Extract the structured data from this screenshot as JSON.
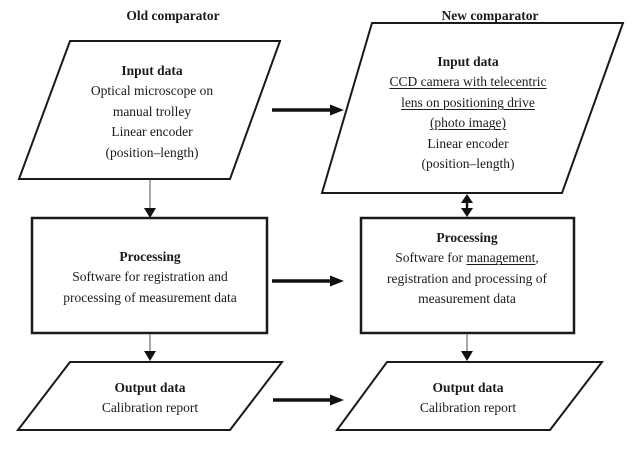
{
  "diagram": {
    "type": "flowchart",
    "colors": {
      "line": "#1a1a1a",
      "arrow_black": "#111111",
      "arrow_shaft_gray": "#8a8a8a",
      "background": "#ffffff"
    },
    "columns": [
      {
        "title": "Old comparator",
        "input": {
          "shape": "parallelogram",
          "heading": "Input data",
          "lines": [
            "Optical microscope on",
            "manual trolley",
            "Linear encoder",
            "(position–length)"
          ]
        },
        "processing": {
          "shape": "rectangle",
          "heading": "Processing",
          "lines": [
            "Software for registration and",
            "processing of measurement data"
          ]
        },
        "output": {
          "shape": "parallelogram",
          "heading": "Output data",
          "lines": [
            "Calibration report"
          ]
        }
      },
      {
        "title": "New comparator",
        "input": {
          "shape": "parallelogram",
          "heading": "Input data",
          "underlined_lines": [
            "CCD camera with telecentric",
            "lens on positioning drive",
            "(photo image)"
          ],
          "lines": [
            "Linear encoder",
            "(position–length)"
          ]
        },
        "processing": {
          "shape": "rectangle",
          "heading": "Processing",
          "line1_prefix": "Software for ",
          "line1_underlined": "management",
          "line1_suffix": ",",
          "lines": [
            "registration and processing of",
            "measurement data"
          ]
        },
        "output": {
          "shape": "parallelogram",
          "heading": "Output data",
          "lines": [
            "Calibration report"
          ]
        }
      }
    ],
    "arrows": [
      {
        "name": "old-input-to-new-input",
        "direction": "right"
      },
      {
        "name": "old-processing-to-new-processing",
        "direction": "right"
      },
      {
        "name": "old-output-to-new-output",
        "direction": "right"
      },
      {
        "name": "old-input-to-old-processing",
        "direction": "down"
      },
      {
        "name": "old-processing-to-old-output",
        "direction": "down"
      },
      {
        "name": "new-input-to-new-processing",
        "direction": "both"
      },
      {
        "name": "new-processing-to-new-output",
        "direction": "down"
      }
    ]
  }
}
